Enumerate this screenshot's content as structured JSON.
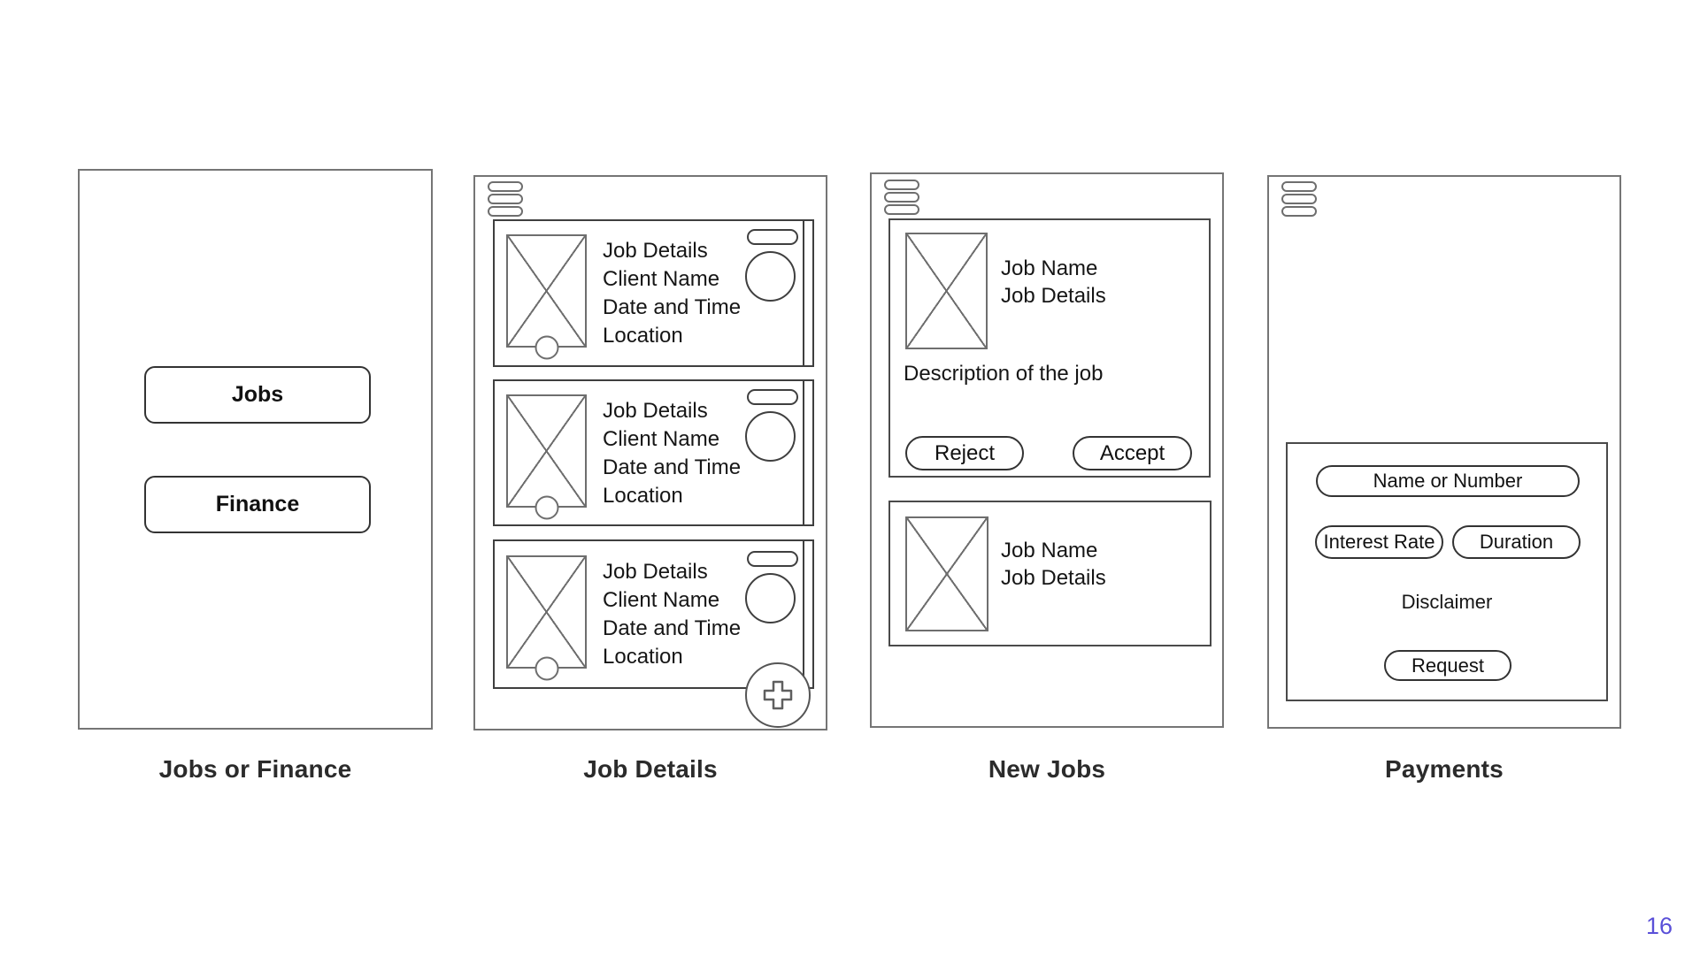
{
  "slide": {
    "page_number": "16",
    "accent_color": "#5a50d8"
  },
  "screens": {
    "jobs_or_finance": {
      "label": "Jobs or Finance",
      "jobs_button": "Jobs",
      "finance_button": "Finance"
    },
    "job_details": {
      "label": "Job Details",
      "cards": [
        {
          "lines": [
            "Job Details",
            "Client Name",
            "Date and Time",
            "Location"
          ]
        },
        {
          "lines": [
            "Job Details",
            "Client Name",
            "Date and Time",
            "Location"
          ]
        },
        {
          "lines": [
            "Job Details",
            "Client Name",
            "Date and Time",
            "Location"
          ]
        }
      ]
    },
    "new_jobs": {
      "label": "New Jobs",
      "cards": [
        {
          "name": "Job Name",
          "details": "Job Details",
          "description": "Description of the job",
          "reject_button": "Reject",
          "accept_button": "Accept"
        },
        {
          "name": "Job Name",
          "details": "Job Details"
        }
      ]
    },
    "payments": {
      "label": "Payments",
      "name_or_number_field": "Name or Number",
      "interest_rate_field": "Interest Rate",
      "duration_field": "Duration",
      "disclaimer": "Disclaimer",
      "request_button": "Request"
    }
  }
}
